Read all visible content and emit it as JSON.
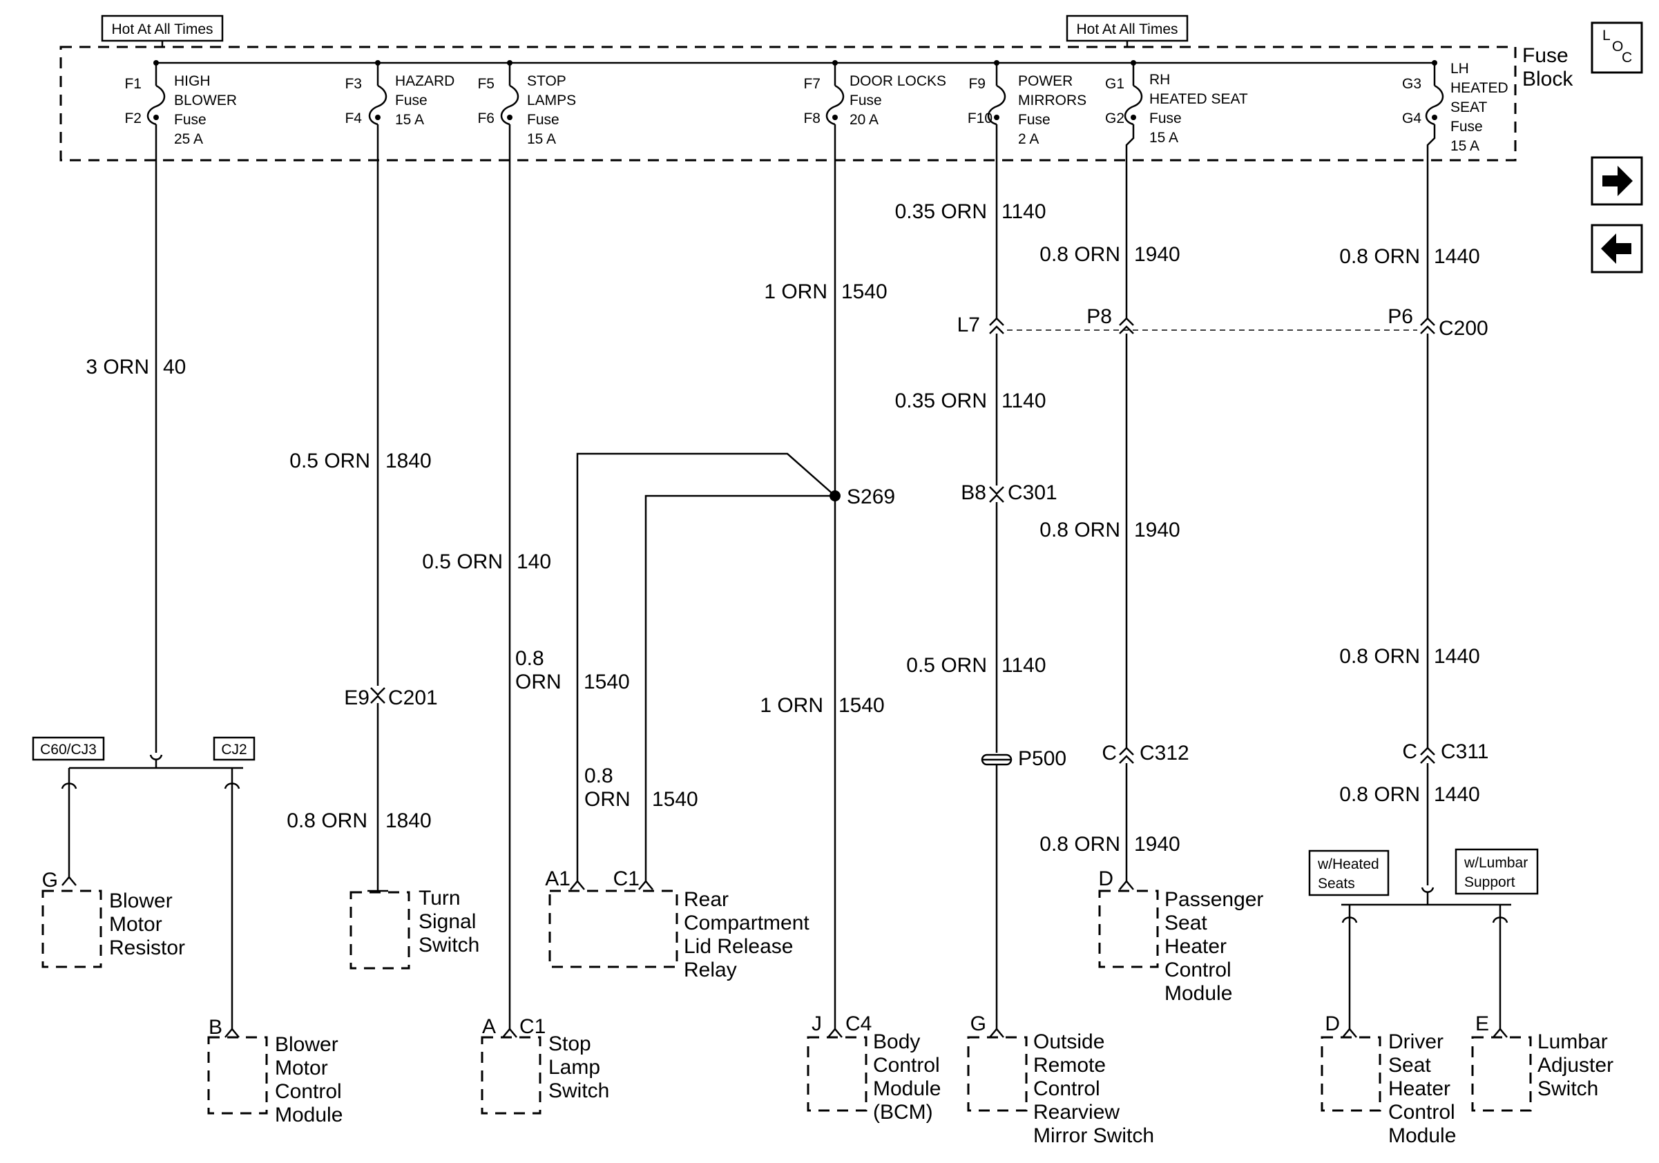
{
  "hot_labels": [
    "Hot At All Times",
    "Hot At All Times"
  ],
  "fuse_block_label": [
    "Fuse",
    "Block"
  ],
  "loc_icon": {
    "l": "L",
    "o": "O",
    "c": "C"
  },
  "nav": {
    "forward": "forward-arrow-icon",
    "back": "back-arrow-icon"
  },
  "fuses": [
    {
      "top": "F1",
      "bottom": "F2",
      "lines": [
        "HIGH",
        "BLOWER",
        "Fuse",
        "25 A"
      ]
    },
    {
      "top": "F3",
      "bottom": "F4",
      "lines": [
        "HAZARD",
        "Fuse",
        "15 A"
      ]
    },
    {
      "top": "F5",
      "bottom": "F6",
      "lines": [
        "STOP",
        "LAMPS",
        "Fuse",
        "15 A"
      ]
    },
    {
      "top": "F7",
      "bottom": "F8",
      "lines": [
        "DOOR LOCKS",
        "Fuse",
        "20 A"
      ]
    },
    {
      "top": "F9",
      "bottom": "F10",
      "lines": [
        "POWER",
        "MIRRORS",
        "Fuse",
        "2 A"
      ]
    },
    {
      "top": "G1",
      "bottom": "G2",
      "lines": [
        "RH",
        "HEATED SEAT",
        "Fuse",
        "15 A"
      ]
    },
    {
      "top": "G3",
      "bottom": "G4",
      "lines": [
        "LH",
        "HEATED",
        "SEAT",
        "Fuse",
        "15 A"
      ]
    }
  ],
  "wire_labels": [
    {
      "gauge": "3 ORN",
      "circuit": "40"
    },
    {
      "gauge": "0.5 ORN",
      "circuit": "1840"
    },
    {
      "gauge": "0.8 ORN",
      "circuit": "1840"
    },
    {
      "gauge": "0.5 ORN",
      "circuit": "140"
    },
    {
      "gauge": [
        "0.8",
        "ORN"
      ],
      "circuit": "1540"
    },
    {
      "gauge": [
        "0.8",
        "ORN"
      ],
      "circuit": "1540"
    },
    {
      "gauge": "1 ORN",
      "circuit": "1540"
    },
    {
      "gauge": "1 ORN",
      "circuit": "1540"
    },
    {
      "gauge": "0.35 ORN",
      "circuit": "1140"
    },
    {
      "gauge": "0.35 ORN",
      "circuit": "1140"
    },
    {
      "gauge": "0.5 ORN",
      "circuit": "1140"
    },
    {
      "gauge": "0.8 ORN",
      "circuit": "1940"
    },
    {
      "gauge": "0.8 ORN",
      "circuit": "1940"
    },
    {
      "gauge": "0.8 ORN",
      "circuit": "1940"
    },
    {
      "gauge": "0.8 ORN",
      "circuit": "1440"
    },
    {
      "gauge": "0.8 ORN",
      "circuit": "1440"
    },
    {
      "gauge": "0.8 ORN",
      "circuit": "1440"
    }
  ],
  "connectors": {
    "c200": {
      "pins": [
        "L7",
        "P8",
        "P6"
      ],
      "name": "C200"
    },
    "c201": {
      "pin": "E9",
      "name": "C201"
    },
    "c301": {
      "pin": "B8",
      "name": "C301"
    },
    "c312": {
      "pin": "C",
      "name": "C312"
    },
    "c311": {
      "pin": "C",
      "name": "C311"
    },
    "p500": {
      "name": "P500"
    },
    "s269": {
      "name": "S269"
    }
  },
  "boxed_labels": {
    "c60_cj3": "C60/CJ3",
    "cj2": "CJ2",
    "heated_seats": [
      "w/Heated",
      "Seats"
    ],
    "lumbar_support": [
      "w/Lumbar",
      "Support"
    ]
  },
  "components": [
    {
      "pins": [
        "G"
      ],
      "lines": [
        "Blower",
        "Motor",
        "Resistor"
      ]
    },
    {
      "pins": [
        "B"
      ],
      "lines": [
        "Blower",
        "Motor",
        "Control",
        "Module"
      ]
    },
    {
      "pins": [],
      "lines": [
        "Turn",
        "Signal",
        "Switch"
      ]
    },
    {
      "pins": [
        "A",
        "C1"
      ],
      "lines": [
        "Stop",
        "Lamp",
        "Switch"
      ]
    },
    {
      "pins": [
        "A1",
        "C1"
      ],
      "lines": [
        "Rear",
        "Compartment",
        "Lid Release",
        "Relay"
      ]
    },
    {
      "pins": [
        "J",
        "C4"
      ],
      "lines": [
        "Body",
        "Control",
        "Module",
        "(BCM)"
      ]
    },
    {
      "pins": [
        "G"
      ],
      "lines": [
        "Outside",
        "Remote",
        "Control",
        "Rearview",
        "Mirror Switch"
      ]
    },
    {
      "pins": [
        "D"
      ],
      "lines": [
        "Passenger",
        "Seat",
        "Heater",
        "Control",
        "Module"
      ]
    },
    {
      "pins": [
        "D"
      ],
      "lines": [
        "Driver",
        "Seat",
        "Heater",
        "Control",
        "Module"
      ]
    },
    {
      "pins": [
        "E"
      ],
      "lines": [
        "Lumbar",
        "Adjuster",
        "Switch"
      ]
    }
  ]
}
